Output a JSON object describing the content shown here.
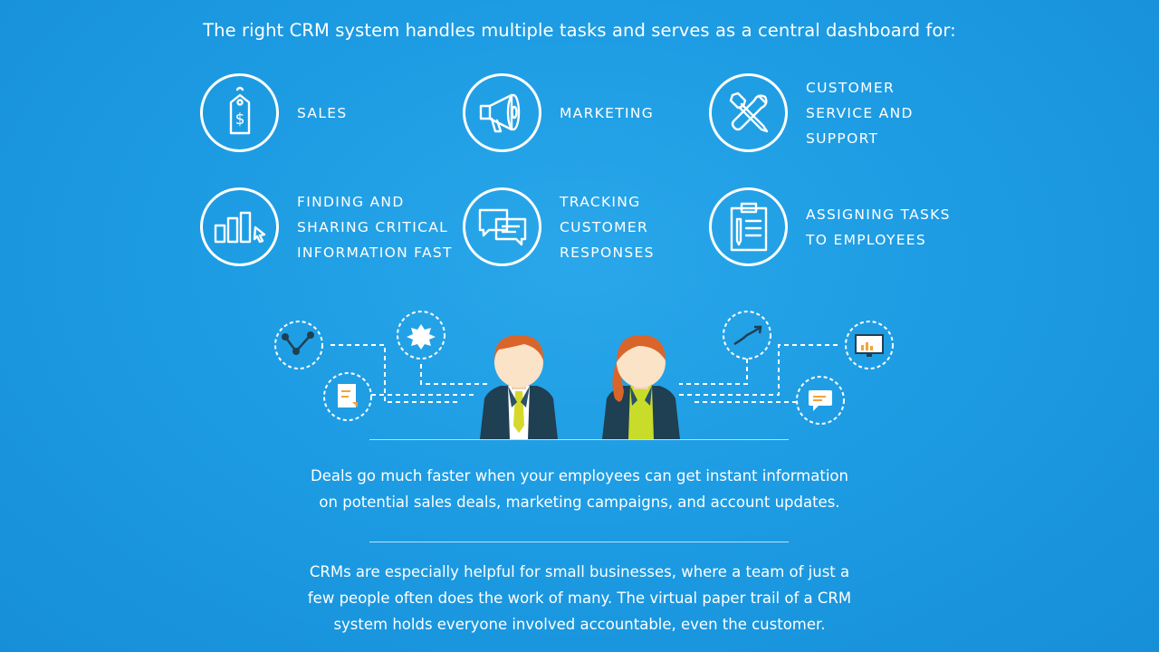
{
  "intro": "The right CRM system handles multiple tasks and serves as a central dashboard for:",
  "features": [
    {
      "label": "SALES",
      "icon": "price-tag-icon"
    },
    {
      "label": "MARKETING",
      "icon": "megaphone-icon"
    },
    {
      "label": "CUSTOMER\nSERVICE AND\nSUPPORT",
      "icon": "tools-icon"
    },
    {
      "label": "FINDING AND\nSHARING CRITICAL\nINFORMATION FAST",
      "icon": "bar-chart-cursor-icon"
    },
    {
      "label": "TRACKING\nCUSTOMER\nRESPONSES",
      "icon": "chat-bubbles-icon"
    },
    {
      "label": "ASSIGNING TASKS\nTO EMPLOYEES",
      "icon": "clipboard-icon"
    }
  ],
  "paragraphs": {
    "p1": "Deals go much faster when your employees can get instant information\non potential sales deals, marketing campaigns, and account updates.",
    "p2": "CRMs are especially helpful for small businesses, where a team of just a\nfew people often does the work of many. The virtual paper trail of a CRM\nsystem holds everyone involved accountable, even the customer."
  },
  "colors": {
    "background": "#1d9ce3",
    "hair": "#d9652b",
    "skin": "#fbe3c8",
    "suit": "#1f3f52",
    "tie": "#d6d92b",
    "blouse": "#c9dc2a",
    "accent_orange": "#f2a43a"
  }
}
